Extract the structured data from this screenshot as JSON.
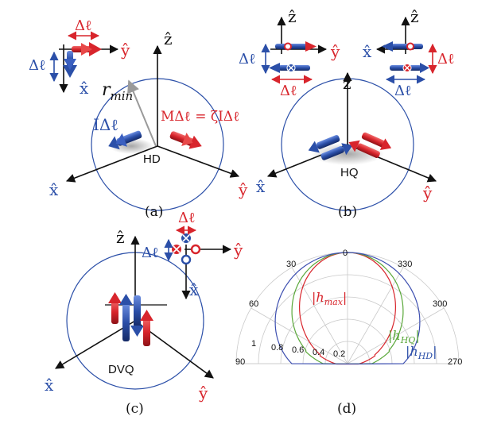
{
  "panels": {
    "a": {
      "caption": "(a)",
      "label_center": "HD",
      "axis_z": "ẑ",
      "axis_x": "x̂",
      "axis_y": "ŷ",
      "inset_axis_y": "ŷ",
      "inset_axis_x": "x̂",
      "delta_l_top": "Δℓ",
      "delta_l_left": "Δℓ",
      "r_min_main": "r",
      "r_min_sub": "min",
      "electric_label": "IΔℓ",
      "magnetic_label": "MΔℓ = ζIΔℓ"
    },
    "b": {
      "caption": "(b)",
      "label_center": "HQ",
      "axis_z": "ẑ",
      "axis_x": "x̂",
      "axis_y": "ŷ",
      "inset_left_z": "ẑ",
      "inset_left_y": "ŷ",
      "inset_left_dl_left": "Δℓ",
      "inset_left_dl_bottom": "Δℓ",
      "inset_right_z": "ẑ",
      "inset_right_x": "x̂",
      "inset_right_dl_right": "Δℓ",
      "inset_right_dl_bottom": "Δℓ"
    },
    "c": {
      "caption": "(c)",
      "label_center": "DVQ",
      "axis_z": "ẑ",
      "axis_x": "x̂",
      "axis_y": "ŷ",
      "inset_y": "ŷ",
      "inset_x": "x̂",
      "inset_dl_top": "Δℓ",
      "inset_dl_left": "Δℓ"
    },
    "d": {
      "caption": "(d)",
      "angle_labels": [
        "0",
        "30",
        "330",
        "60",
        "300",
        "90",
        "270"
      ],
      "radial_labels": [
        "1",
        "0.8",
        "0.6",
        "0.4",
        "0.2"
      ],
      "series": [
        {
          "name": "|h_max|",
          "label_main": "|h",
          "label_sub": "max",
          "label_end": "|",
          "color": "#d8252c"
        },
        {
          "name": "|h_HQ|",
          "label_main": "|h",
          "label_sub": "HQ",
          "label_end": "|",
          "color": "#5aa83a"
        },
        {
          "name": "|h_HD|",
          "label_main": "|h",
          "label_sub": "HD",
          "label_end": "|",
          "color": "#3d4fb0"
        }
      ]
    }
  },
  "colors": {
    "electric": "#2b4fa8",
    "magnetic": "#d8252c",
    "axis": "#111111",
    "grid": "#c9c9c9"
  }
}
